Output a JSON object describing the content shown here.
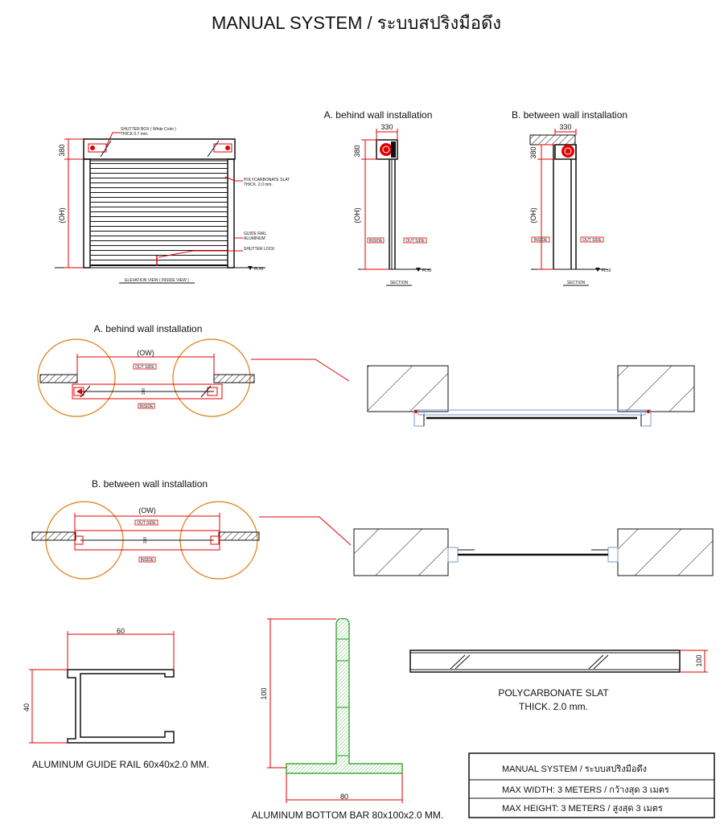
{
  "title": "MANUAL SYSTEM / ระบบสปริงมือดึง",
  "elevation": {
    "shutter_box": "SHUTTER BOX ( White Color )",
    "shutter_box_thick": "THICK 0.7 mm.",
    "slat_label": "POLYCARBONATE SLAT",
    "slat_thick": "THICK. 2.0 mm.",
    "guide_rail": "GUIDE RAIL",
    "guide_rail_mat": "ALUMINUM",
    "shutter_lock": "SHUTTER LOCK",
    "dim_box": "380",
    "dim_oh": "(OH)",
    "floor": "FL±0",
    "caption": "ELEVATION VIEW ( INSIDE VIEW )"
  },
  "section_a": {
    "heading": "A. behind wall installation",
    "dim_top": "330",
    "dim_box": "380",
    "dim_oh": "(OH)",
    "inside": "INSIDE",
    "outside": "OUT SIDE",
    "floor": "FL±0",
    "caption": "SECTION"
  },
  "section_b": {
    "heading": "B. between wall installation",
    "dim_top": "330",
    "dim_box": "380",
    "dim_oh": "(OH)",
    "inside": "INSIDE",
    "outside": "OUT SIDE",
    "floor": "FL±0",
    "caption": "SECTION"
  },
  "plan_a": {
    "heading": "A. behind wall installation",
    "ow": "(OW)",
    "outside": "OUT SIDE",
    "inside": "INSIDE",
    "dim": "330"
  },
  "plan_b": {
    "heading": "B. between wall installation",
    "ow": "(OW)",
    "outside": "OUT SIDE",
    "inside": "INSIDE",
    "dim": "330"
  },
  "guide_rail": {
    "dim_w": "60",
    "dim_h": "40",
    "caption": "ALUMINUM GUIDE RAIL 60x40x2.0 MM."
  },
  "bottom_bar": {
    "dim_h": "100",
    "dim_w": "80",
    "caption": "ALUMINUM BOTTOM BAR 80x100x2.0 MM."
  },
  "slat": {
    "dim": "100",
    "caption_1": "POLYCARBONATE  SLAT",
    "caption_2": "THICK. 2.0 mm."
  },
  "spec_table": {
    "rows": [
      "MANUAL SYSTEM / ระบบสปริงมือดึง",
      "MAX WIDTH: 3 METERS / กว้างสุด 3 เมตร",
      "MAX HEIGHT: 3 METERS / สูงสุด 3 เมตร"
    ]
  }
}
